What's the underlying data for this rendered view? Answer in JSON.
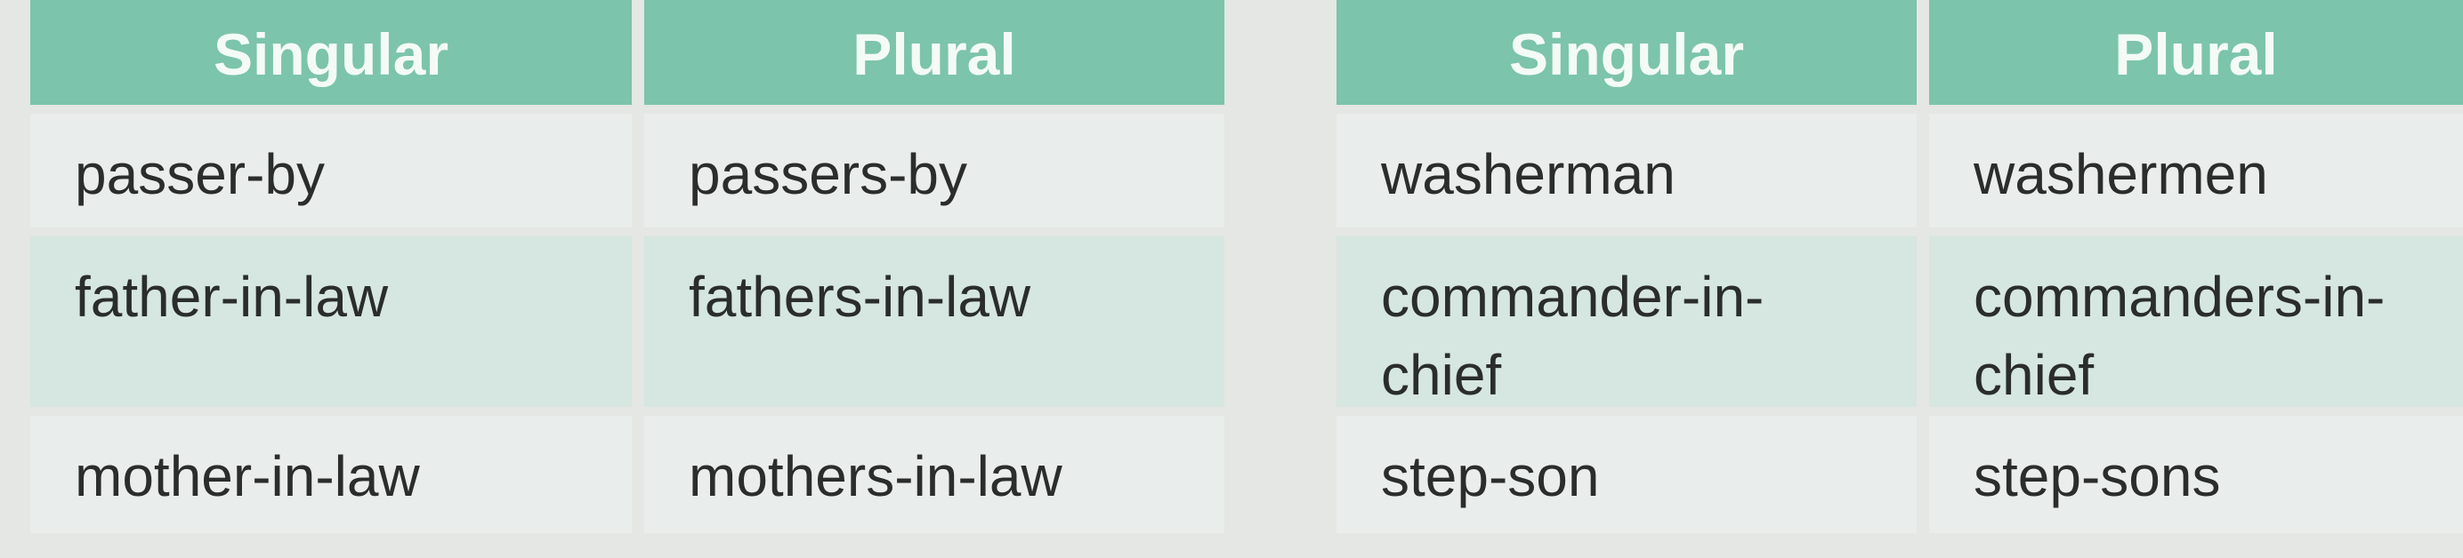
{
  "left_table": {
    "headers": [
      "Singular",
      "Plural"
    ],
    "rows": [
      [
        "passer-by",
        "passers-by"
      ],
      [
        "father-in-law",
        "fathers-in-law"
      ],
      [
        "mother-in-law",
        "mothers-in-law"
      ]
    ]
  },
  "right_table": {
    "headers": [
      "Singular",
      "Plural"
    ],
    "rows": [
      [
        "washerman",
        "washermen"
      ],
      [
        "commander-in-chief",
        "commanders-in-chief"
      ],
      [
        "step-son",
        "step-sons"
      ]
    ],
    "wrapped_lines": {
      "row2_singular": [
        "commander-in-",
        "chief"
      ],
      "row2_plural": [
        "commanders-in-",
        "chief"
      ]
    }
  },
  "colors": {
    "header_bg": "#7cc4ac",
    "header_text": "#f4fbf7",
    "row_light": "#e9edeb",
    "row_tint": "#d6e6e0",
    "text": "#2a2d2c"
  }
}
